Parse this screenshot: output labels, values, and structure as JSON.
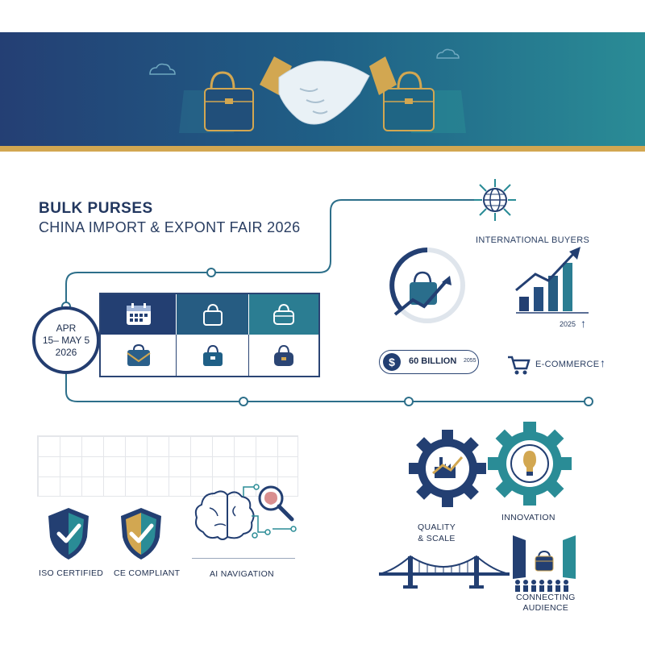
{
  "header": {
    "title": "BULK PURSES",
    "subtitle": "CHINA IMPORT & EXPONT FAIR 2026"
  },
  "date": {
    "line1": "APR",
    "line2": "15– MAY 5",
    "line3": "2026"
  },
  "stats": {
    "international_buyers": "INTERNATIONAL BUYERS",
    "chart_year": "2025",
    "billion_value": "60 BILLION",
    "billion_year": "2055",
    "ecommerce": "E-COMMERCE",
    "dollar_symbol": "$"
  },
  "badges": {
    "iso": "ISO CERTIFIED",
    "ce": "CE COMPLIANT",
    "ai": "AI NAVIGATION"
  },
  "features": {
    "quality_line1": "QUALITY",
    "quality_line2": "& SCALE",
    "innovation": "INNOVATION",
    "connecting_line1": "CONNECTING",
    "connecting_line2": "AUDIENCE"
  },
  "colors": {
    "navy": "#243f74",
    "teal": "#2a8c96",
    "gold": "#d2a751",
    "line": "#2d6f8a"
  },
  "icons": [
    "handshake-icon",
    "cloud-icon",
    "handbag-icon",
    "calendar-icon",
    "globe-icon",
    "growth-chart-icon",
    "dollar-icon",
    "cart-icon",
    "shield-check-icon",
    "brain-icon",
    "magnifier-icon",
    "gear-factory-icon",
    "gear-lightbulb-icon",
    "bridge-icon",
    "people-icon"
  ]
}
